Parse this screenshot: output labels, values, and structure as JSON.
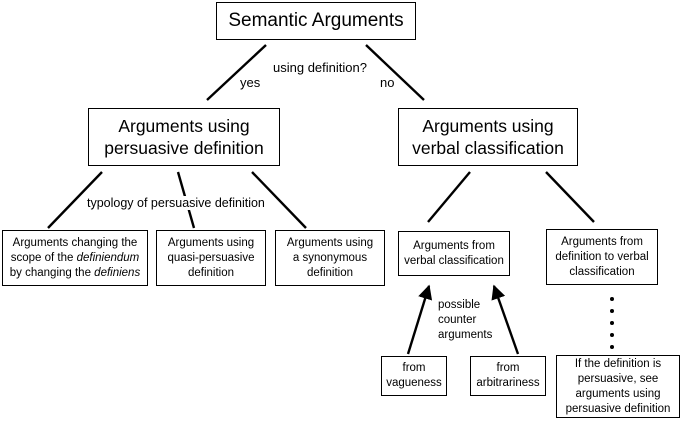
{
  "root": {
    "title": "Semantic Arguments"
  },
  "question": "using definition?",
  "yes": "yes",
  "no": "no",
  "persuasive": {
    "line1": "Arguments using",
    "line2": "persuasive definition"
  },
  "verbal": {
    "line1": "Arguments using",
    "line2": "verbal classification"
  },
  "typology_label": "typology of persuasive definition",
  "leaf_scope": {
    "l1": "Arguments changing the",
    "l2a": "scope of the ",
    "l2b": "definiendum",
    "l3a": "by changing the ",
    "l3b": "definiens"
  },
  "leaf_quasi": {
    "l1": "Arguments using",
    "l2": "quasi-persuasive",
    "l3": "definition"
  },
  "leaf_synonymous": {
    "l1": "Arguments using",
    "l2": "a synonymous",
    "l3": "definition"
  },
  "from_verbal": {
    "l1": "Arguments from",
    "l2": "verbal classification"
  },
  "from_definition": {
    "l1": "Arguments from",
    "l2": "definition to verbal",
    "l3": "classification"
  },
  "counter_label": {
    "l1": "possible",
    "l2": "counter",
    "l3": "arguments"
  },
  "vagueness": {
    "l1": "from",
    "l2": "vagueness"
  },
  "arbitrariness": {
    "l1": "from",
    "l2": "arbitrariness"
  },
  "note": {
    "l1": "If the definition is",
    "l2": "persuasive, see",
    "l3": "arguments using",
    "l4": "persuasive definition"
  }
}
